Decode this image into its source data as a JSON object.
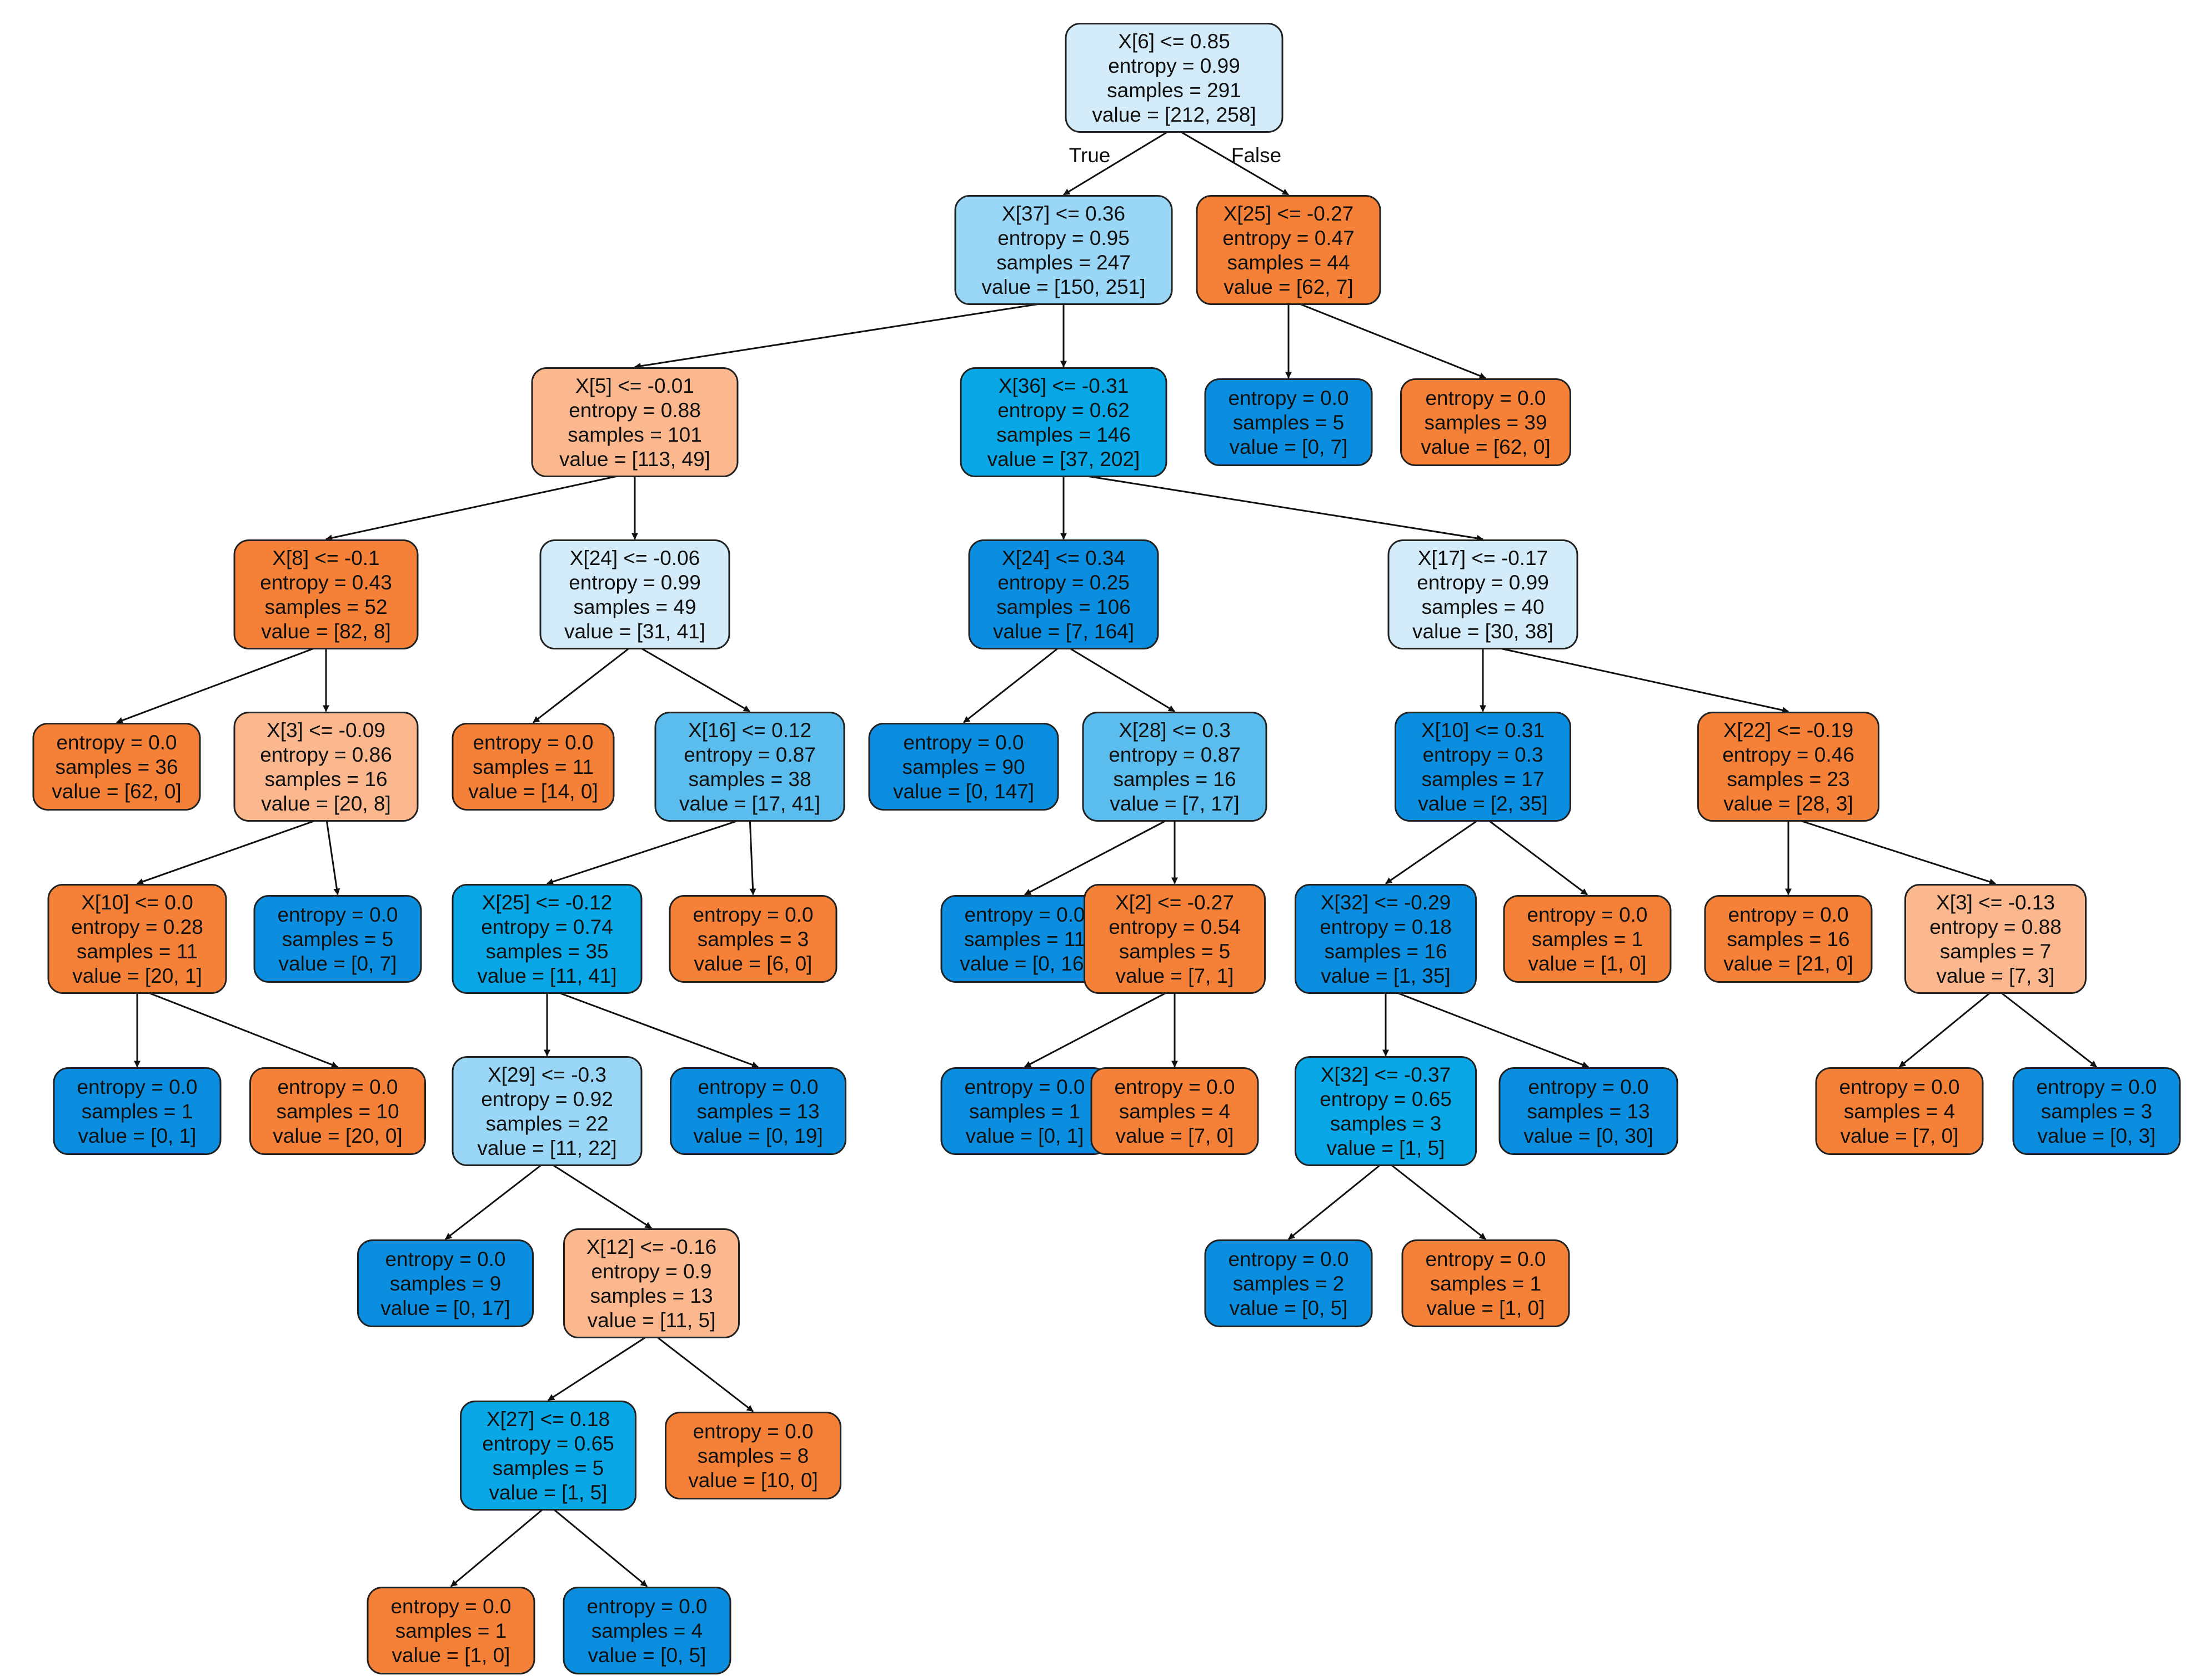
{
  "colors": {
    "blue_strong": "#0b8ee0",
    "blue_medium": "#0aa7e6",
    "blue_light": "#5bbcee",
    "blue_pale": "#9ad6f5",
    "blue_faint": "#d4ecfa",
    "orange_strong": "#f58138",
    "orange_light": "#fbb88e",
    "edge": "#111111"
  },
  "edge_labels": {
    "true_label": "True",
    "false_label": "False"
  },
  "nodes": [
    {
      "id": "n0",
      "fill": "blue_faint",
      "lines": [
        "X[6] <= 0.85",
        "entropy = 0.99",
        "samples = 291",
        "value = [212, 258]"
      ]
    },
    {
      "id": "n1",
      "fill": "blue_pale",
      "lines": [
        "X[37] <= 0.36",
        "entropy = 0.95",
        "samples = 247",
        "value = [150, 251]"
      ]
    },
    {
      "id": "n2",
      "fill": "orange_strong",
      "lines": [
        "X[25] <= -0.27",
        "entropy = 0.47",
        "samples = 44",
        "value = [62, 7]"
      ]
    },
    {
      "id": "n3",
      "fill": "orange_light",
      "lines": [
        "X[5] <= -0.01",
        "entropy = 0.88",
        "samples = 101",
        "value = [113, 49]"
      ]
    },
    {
      "id": "n4",
      "fill": "blue_medium",
      "lines": [
        "X[36] <= -0.31",
        "entropy = 0.62",
        "samples = 146",
        "value = [37, 202]"
      ]
    },
    {
      "id": "n5",
      "fill": "blue_strong",
      "lines": [
        "entropy = 0.0",
        "samples = 5",
        "value = [0, 7]"
      ]
    },
    {
      "id": "n6",
      "fill": "orange_strong",
      "lines": [
        "entropy = 0.0",
        "samples = 39",
        "value = [62, 0]"
      ]
    },
    {
      "id": "n7",
      "fill": "orange_strong",
      "lines": [
        "X[8] <= -0.1",
        "entropy = 0.43",
        "samples = 52",
        "value = [82, 8]"
      ]
    },
    {
      "id": "n8",
      "fill": "blue_faint",
      "lines": [
        "X[24] <= -0.06",
        "entropy = 0.99",
        "samples = 49",
        "value = [31, 41]"
      ]
    },
    {
      "id": "n9",
      "fill": "blue_strong",
      "lines": [
        "X[24] <= 0.34",
        "entropy = 0.25",
        "samples = 106",
        "value = [7, 164]"
      ]
    },
    {
      "id": "n10",
      "fill": "blue_faint",
      "lines": [
        "X[17] <= -0.17",
        "entropy = 0.99",
        "samples = 40",
        "value = [30, 38]"
      ]
    },
    {
      "id": "n11",
      "fill": "orange_strong",
      "lines": [
        "entropy = 0.0",
        "samples = 36",
        "value = [62, 0]"
      ]
    },
    {
      "id": "n12",
      "fill": "orange_light",
      "lines": [
        "X[3] <= -0.09",
        "entropy = 0.86",
        "samples = 16",
        "value = [20, 8]"
      ]
    },
    {
      "id": "n13",
      "fill": "orange_strong",
      "lines": [
        "entropy = 0.0",
        "samples = 11",
        "value = [14, 0]"
      ]
    },
    {
      "id": "n14",
      "fill": "blue_light",
      "lines": [
        "X[16] <= 0.12",
        "entropy = 0.87",
        "samples = 38",
        "value = [17, 41]"
      ]
    },
    {
      "id": "n15",
      "fill": "blue_strong",
      "lines": [
        "entropy = 0.0",
        "samples = 90",
        "value = [0, 147]"
      ]
    },
    {
      "id": "n16",
      "fill": "blue_light",
      "lines": [
        "X[28] <= 0.3",
        "entropy = 0.87",
        "samples = 16",
        "value = [7, 17]"
      ]
    },
    {
      "id": "n17",
      "fill": "blue_strong",
      "lines": [
        "X[10] <= 0.31",
        "entropy = 0.3",
        "samples = 17",
        "value = [2, 35]"
      ]
    },
    {
      "id": "n18",
      "fill": "orange_strong",
      "lines": [
        "X[22] <= -0.19",
        "entropy = 0.46",
        "samples = 23",
        "value = [28, 3]"
      ]
    },
    {
      "id": "n19",
      "fill": "orange_strong",
      "lines": [
        "X[10] <= 0.0",
        "entropy = 0.28",
        "samples = 11",
        "value = [20, 1]"
      ]
    },
    {
      "id": "n20",
      "fill": "blue_strong",
      "lines": [
        "entropy = 0.0",
        "samples = 5",
        "value = [0, 7]"
      ]
    },
    {
      "id": "n21",
      "fill": "blue_medium",
      "lines": [
        "X[25] <= -0.12",
        "entropy = 0.74",
        "samples = 35",
        "value = [11, 41]"
      ]
    },
    {
      "id": "n22",
      "fill": "orange_strong",
      "lines": [
        "entropy = 0.0",
        "samples = 3",
        "value = [6, 0]"
      ]
    },
    {
      "id": "n23",
      "fill": "blue_strong",
      "lines": [
        "entropy = 0.0",
        "samples = 11",
        "value = [0, 16]"
      ]
    },
    {
      "id": "n24",
      "fill": "orange_strong",
      "lines": [
        "X[2] <= -0.27",
        "entropy = 0.54",
        "samples = 5",
        "value = [7, 1]"
      ]
    },
    {
      "id": "n25",
      "fill": "blue_strong",
      "lines": [
        "X[32] <= -0.29",
        "entropy = 0.18",
        "samples = 16",
        "value = [1, 35]"
      ]
    },
    {
      "id": "n26",
      "fill": "orange_strong",
      "lines": [
        "entropy = 0.0",
        "samples = 1",
        "value = [1, 0]"
      ]
    },
    {
      "id": "n27",
      "fill": "orange_strong",
      "lines": [
        "entropy = 0.0",
        "samples = 16",
        "value = [21, 0]"
      ]
    },
    {
      "id": "n28",
      "fill": "orange_light",
      "lines": [
        "X[3] <= -0.13",
        "entropy = 0.88",
        "samples = 7",
        "value = [7, 3]"
      ]
    },
    {
      "id": "n29",
      "fill": "blue_strong",
      "lines": [
        "entropy = 0.0",
        "samples = 1",
        "value = [0, 1]"
      ]
    },
    {
      "id": "n30",
      "fill": "orange_strong",
      "lines": [
        "entropy = 0.0",
        "samples = 10",
        "value = [20, 0]"
      ]
    },
    {
      "id": "n31",
      "fill": "blue_pale",
      "lines": [
        "X[29] <= -0.3",
        "entropy = 0.92",
        "samples = 22",
        "value = [11, 22]"
      ]
    },
    {
      "id": "n32",
      "fill": "blue_strong",
      "lines": [
        "entropy = 0.0",
        "samples = 13",
        "value = [0, 19]"
      ]
    },
    {
      "id": "n33",
      "fill": "blue_strong",
      "lines": [
        "entropy = 0.0",
        "samples = 1",
        "value = [0, 1]"
      ]
    },
    {
      "id": "n34",
      "fill": "orange_strong",
      "lines": [
        "entropy = 0.0",
        "samples = 4",
        "value = [7, 0]"
      ]
    },
    {
      "id": "n35",
      "fill": "blue_medium",
      "lines": [
        "X[32] <= -0.37",
        "entropy = 0.65",
        "samples = 3",
        "value = [1, 5]"
      ]
    },
    {
      "id": "n36",
      "fill": "blue_strong",
      "lines": [
        "entropy = 0.0",
        "samples = 13",
        "value = [0, 30]"
      ]
    },
    {
      "id": "n37",
      "fill": "orange_strong",
      "lines": [
        "entropy = 0.0",
        "samples = 4",
        "value = [7, 0]"
      ]
    },
    {
      "id": "n38",
      "fill": "blue_strong",
      "lines": [
        "entropy = 0.0",
        "samples = 3",
        "value = [0, 3]"
      ]
    },
    {
      "id": "n39",
      "fill": "blue_strong",
      "lines": [
        "entropy = 0.0",
        "samples = 9",
        "value = [0, 17]"
      ]
    },
    {
      "id": "n40",
      "fill": "orange_light",
      "lines": [
        "X[12] <= -0.16",
        "entropy = 0.9",
        "samples = 13",
        "value = [11, 5]"
      ]
    },
    {
      "id": "n41",
      "fill": "blue_strong",
      "lines": [
        "entropy = 0.0",
        "samples = 2",
        "value = [0, 5]"
      ]
    },
    {
      "id": "n42",
      "fill": "orange_strong",
      "lines": [
        "entropy = 0.0",
        "samples = 1",
        "value = [1, 0]"
      ]
    },
    {
      "id": "n43",
      "fill": "blue_medium",
      "lines": [
        "X[27] <= 0.18",
        "entropy = 0.65",
        "samples = 5",
        "value = [1, 5]"
      ]
    },
    {
      "id": "n44",
      "fill": "orange_strong",
      "lines": [
        "entropy = 0.0",
        "samples = 8",
        "value = [10, 0]"
      ]
    },
    {
      "id": "n45",
      "fill": "orange_strong",
      "lines": [
        "entropy = 0.0",
        "samples = 1",
        "value = [1, 0]"
      ]
    },
    {
      "id": "n46",
      "fill": "blue_strong",
      "lines": [
        "entropy = 0.0",
        "samples = 4",
        "value = [0, 5]"
      ]
    }
  ],
  "edges": [
    [
      "n0",
      "n1"
    ],
    [
      "n0",
      "n2"
    ],
    [
      "n1",
      "n3"
    ],
    [
      "n1",
      "n4"
    ],
    [
      "n2",
      "n5"
    ],
    [
      "n2",
      "n6"
    ],
    [
      "n3",
      "n7"
    ],
    [
      "n3",
      "n8"
    ],
    [
      "n4",
      "n9"
    ],
    [
      "n4",
      "n10"
    ],
    [
      "n7",
      "n11"
    ],
    [
      "n7",
      "n12"
    ],
    [
      "n8",
      "n13"
    ],
    [
      "n8",
      "n14"
    ],
    [
      "n9",
      "n15"
    ],
    [
      "n9",
      "n16"
    ],
    [
      "n10",
      "n17"
    ],
    [
      "n10",
      "n18"
    ],
    [
      "n12",
      "n19"
    ],
    [
      "n12",
      "n20"
    ],
    [
      "n14",
      "n21"
    ],
    [
      "n14",
      "n22"
    ],
    [
      "n16",
      "n23"
    ],
    [
      "n16",
      "n24"
    ],
    [
      "n17",
      "n25"
    ],
    [
      "n17",
      "n26"
    ],
    [
      "n18",
      "n27"
    ],
    [
      "n18",
      "n28"
    ],
    [
      "n19",
      "n29"
    ],
    [
      "n19",
      "n30"
    ],
    [
      "n21",
      "n31"
    ],
    [
      "n21",
      "n32"
    ],
    [
      "n24",
      "n33"
    ],
    [
      "n24",
      "n34"
    ],
    [
      "n25",
      "n35"
    ],
    [
      "n25",
      "n36"
    ],
    [
      "n28",
      "n37"
    ],
    [
      "n28",
      "n38"
    ],
    [
      "n31",
      "n39"
    ],
    [
      "n31",
      "n40"
    ],
    [
      "n35",
      "n41"
    ],
    [
      "n35",
      "n42"
    ],
    [
      "n40",
      "n43"
    ],
    [
      "n40",
      "n44"
    ],
    [
      "n43",
      "n45"
    ],
    [
      "n43",
      "n46"
    ]
  ]
}
